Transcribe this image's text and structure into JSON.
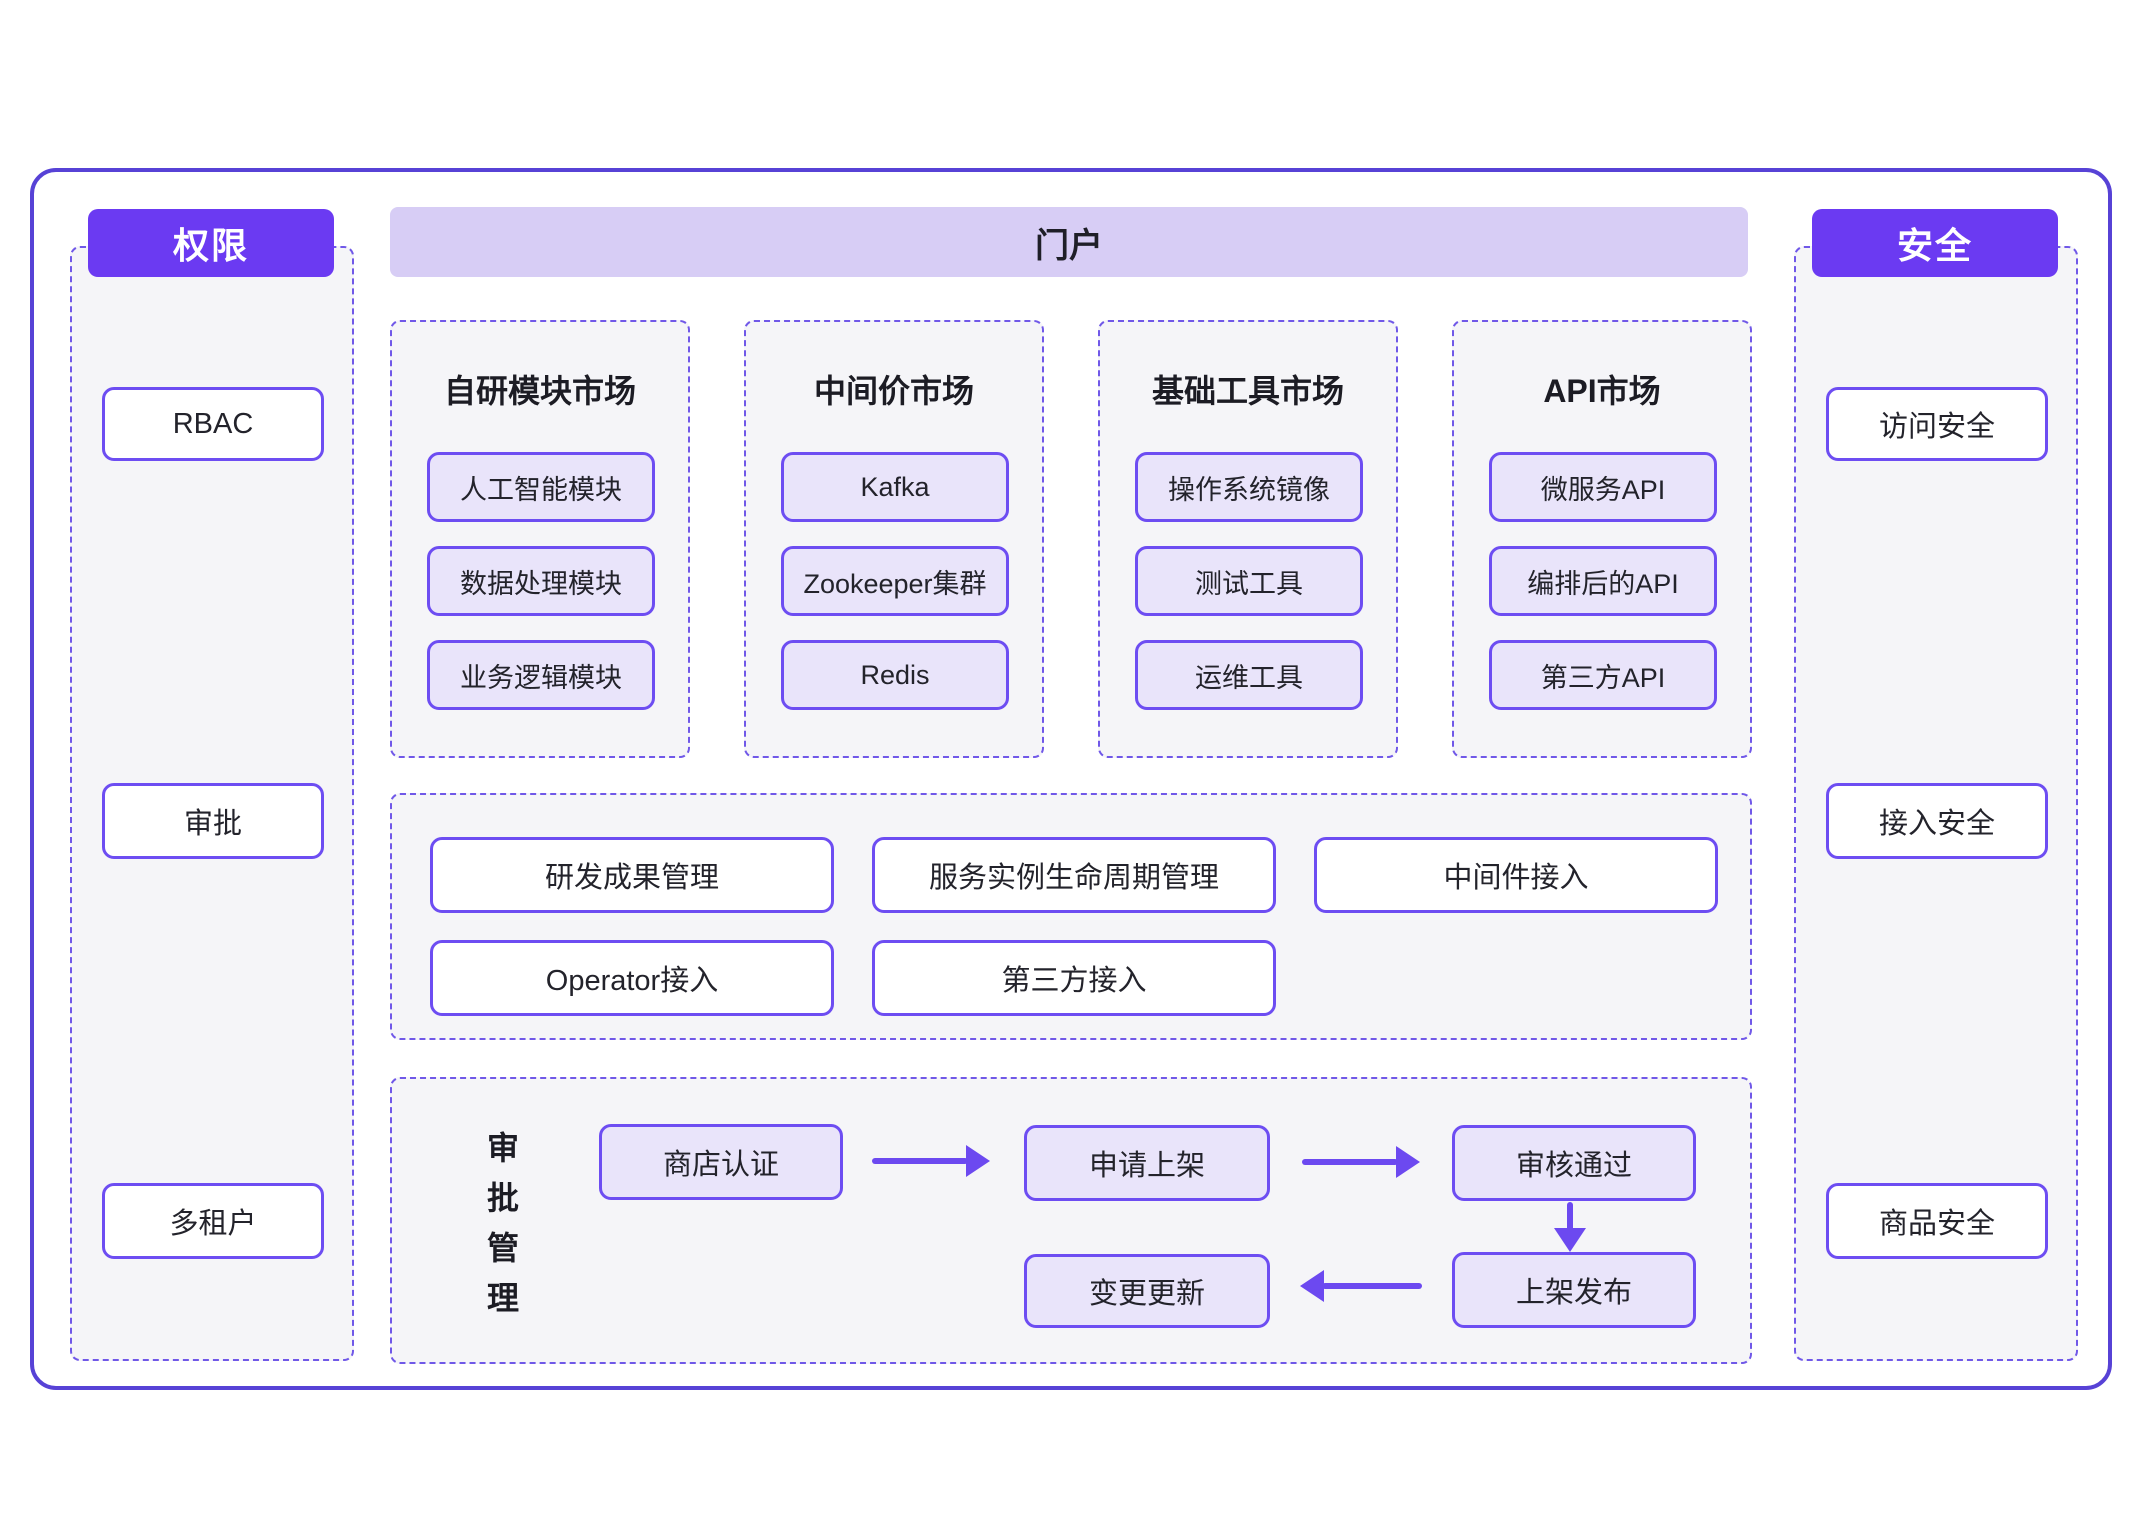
{
  "palette": {
    "accent_header": "#6b3af2",
    "portal_bar_bg": "#d7cdf5",
    "item_fill": "#e9e4fa",
    "panel_bg": "#f5f5f8",
    "box_border": "#6d4df2",
    "outer_border": "#5742d6",
    "dashed_border": "#7058e8",
    "arrow": "#6c49f0",
    "text": "#20202a"
  },
  "left_panel": {
    "header": "权限",
    "items": [
      "RBAC",
      "审批",
      "多租户"
    ]
  },
  "right_panel": {
    "header": "安全",
    "items": [
      "访问安全",
      "接入安全",
      "商品安全"
    ]
  },
  "portal": {
    "header": "门户",
    "markets": [
      {
        "title": "自研模块市场",
        "items": [
          "人工智能模块",
          "数据处理模块",
          "业务逻辑模块"
        ]
      },
      {
        "title": "中间价市场",
        "items": [
          "Kafka",
          "Zookeeper集群",
          "Redis"
        ]
      },
      {
        "title": "基础工具市场",
        "items": [
          "操作系统镜像",
          "测试工具",
          "运维工具"
        ]
      },
      {
        "title": "API市场",
        "items": [
          "微服务API",
          "编排后的API",
          "第三方API"
        ]
      }
    ]
  },
  "management": {
    "row1": [
      "研发成果管理",
      "服务实例生命周期管理",
      "中间件接入"
    ],
    "row2": [
      "Operator接入",
      "第三方接入"
    ]
  },
  "approval": {
    "label": "审批管理",
    "steps": [
      "商店认证",
      "申请上架",
      "审核通过",
      "上架发布",
      "变更更新"
    ]
  }
}
